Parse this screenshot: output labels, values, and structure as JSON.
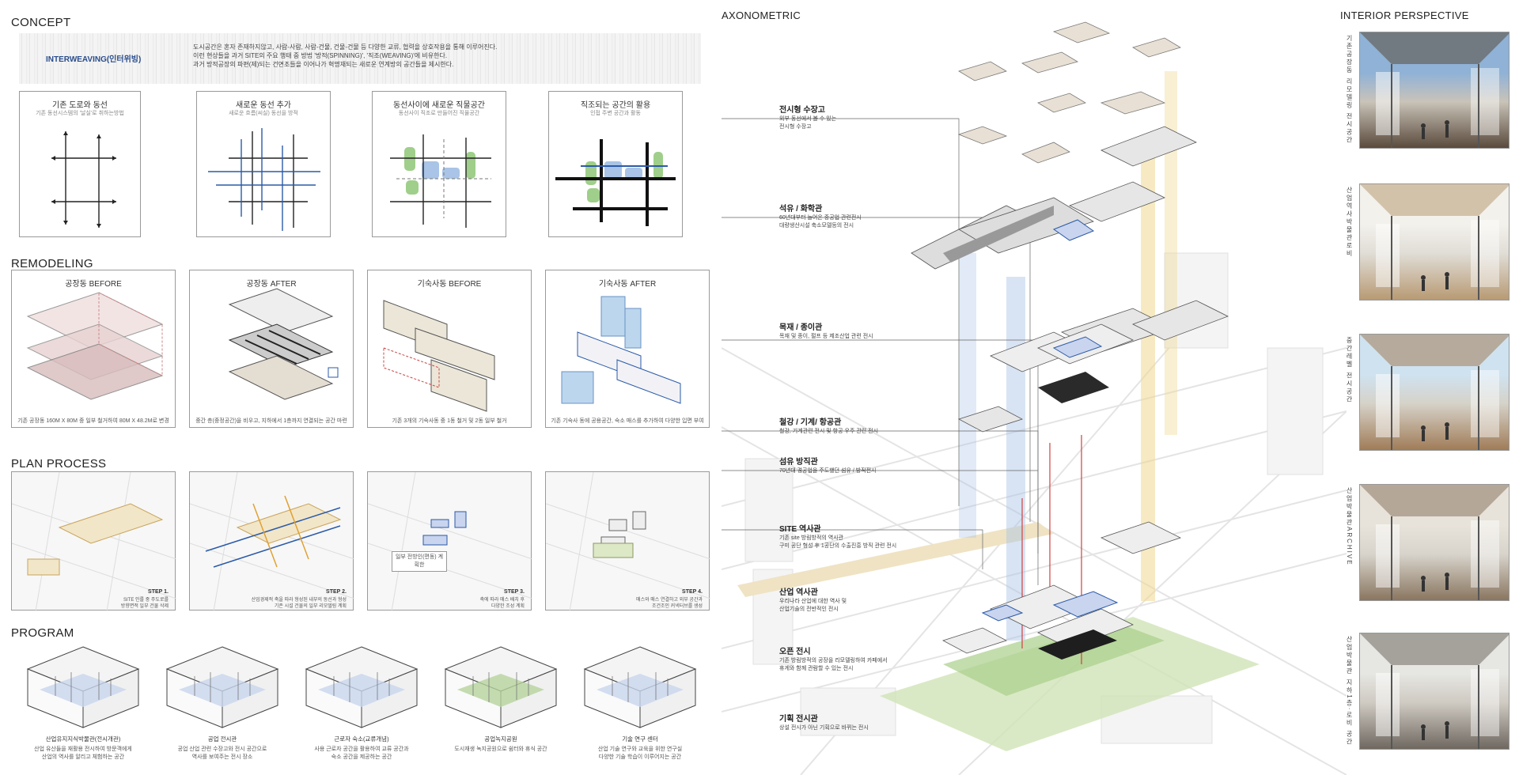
{
  "concept": {
    "title": "CONCEPT",
    "banner_tag": "INTERWEAVING(인터위빙)",
    "banner_desc": "도시공간은 혼자 존재하지않고, 사람-사람, 사람-건물, 건물-건물 등 다양한 교류, 협력을 상호작용을 통해 이루어진다.\n이런 현상들을 과거 SITE의 주요 행태 중 방법 '방적(SPINNING)', '직조(WEAVING)'에 비유한다.\n과거 방적공장의 파편(제)되는 건면조들을 이어나가 혁명재되는 새로운 연계방의 공간들을 제시한다.",
    "boxes": [
      {
        "title": "기존 도로와 동선",
        "sub": "기존 동선시스템의 '날실'로 취하는방법"
      },
      {
        "title": "새로운 동선 추가",
        "sub": "새로운 흐름(씨실) 동선을 방적"
      },
      {
        "title": "동선사이에 새로운 직물공간",
        "sub": "동선사이 직조로 만들어진 직물공간"
      },
      {
        "title": "직조되는 공간의 활용",
        "sub": "인접 주변 공간과 활동"
      }
    ]
  },
  "remodeling": {
    "title": "REMODELING",
    "boxes": [
      {
        "title": "공장동 BEFORE",
        "cap": "기존 공장동 160M X 80M 중 일부 철거하여 80M X 48.2M로 변경"
      },
      {
        "title": "공장동 AFTER",
        "cap": "중간 층(중정공간)을 비우고, 지하에서 1층까지 연결되는 공간 마련"
      },
      {
        "title": "기숙사동 BEFORE",
        "cap": "기존 3개의 기숙사동 중 1동 철거 및 2동 일부 철거"
      },
      {
        "title": "기숙사동 AFTER",
        "cap": "기존 기숙사 동에 공용공간, 숙소 매스를 추가하여 다양한 입면 부여"
      }
    ]
  },
  "plan": {
    "title": "PLAN PROCESS",
    "boxes": [
      {
        "step": "STEP 1.",
        "desc": "SITE 인를 중 주도로를\n방향면적 일부 건물 삭제"
      },
      {
        "step": "STEP 2.",
        "desc": "산업경제적 축을 따라 형성된 내부의 동선과 형성\n기존 시설 건물의 일부 리모델링 계획"
      },
      {
        "step": "STEP 3.",
        "desc": "축에 따라 매스 배치 후\n다양한 조성 계획"
      },
      {
        "step": "STEP 4.",
        "desc": "매스와 매스 연결하고 외부 공간과\n조건조인 커넥터브를 생성"
      }
    ],
    "note": "일부 전방인(편동) 계획한"
  },
  "program": {
    "title": "PROGRAM",
    "items": [
      {
        "title": "산업유지지식박물관(전시개관)",
        "cap": "산업 유산들을 재활용 전시하여 방문객에게\n산업의 역사를 알리고 체험하는 공간"
      },
      {
        "title": "공업 전시관",
        "cap": "공업 산업 관련 수장고와 전시 공간으로\n역사를 보여주는 전시 장소"
      },
      {
        "title": "근로자 숙소(교류개념)",
        "cap": "사용 근로자 공간을 활용하여 교류 공간과\n숙소 공간을 제공하는 공간"
      },
      {
        "title": "공업녹지공원",
        "cap": "도시재생 녹지공원으로 쉼터와 휴식 공간"
      },
      {
        "title": "기술 연구 센터",
        "cap": "산업 기술 연구와 교육을 위한 연구실\n다양한 기술 학습이 이루어지는 공간"
      }
    ]
  },
  "axonometric": {
    "title": "AXONOMETRIC",
    "labels": [
      {
        "name": "전시형 수장고",
        "desc": "외부 동선에서 볼 수 있는\n전시형 수장고"
      },
      {
        "name": "석유 / 화학관",
        "desc": "60년대부터 늘어온 중공업 관련전시\n대량생산시설 축소모델등의 전시"
      },
      {
        "name": "목재 / 종이관",
        "desc": "목재 및 종이, 펄프 등 제조산업 관련 전시"
      },
      {
        "name": "철강 / 기계/ 항공관",
        "desc": "철강, 기계관련 전시 및 항공 우주 관련 전시"
      },
      {
        "name": "섬유 방직관",
        "desc": "70년대 경공업을 주도했던 섬유 / 방직전시"
      },
      {
        "name": "SITE 역사관",
        "desc": "기존 site 방림방적의 역사관\n구미 공단 형성 후 1공단의 수출진흥 방직 관련 전시"
      },
      {
        "name": "산업 역사관",
        "desc": "우리나라 산업에 대한 역사 및\n산업기술의 전반적인 전시"
      },
      {
        "name": "오픈 전시",
        "desc": "기존 방림방적의 공장을 리모델링하여 카페에서\n휴게와 함께 관람할 수 있는 전시"
      },
      {
        "name": "기획 전시관",
        "desc": "상설 전시가 아닌 기획으로 바뀌는 전시"
      }
    ]
  },
  "interior": {
    "title": "INTERIOR PERSPECTIVE",
    "items": [
      {
        "label": "기존공장동 리모델링 전시공간"
      },
      {
        "label": "산업역사박물관로비"
      },
      {
        "label": "중간레벨 전시공간"
      },
      {
        "label": "산업박물관ARCHIVE"
      },
      {
        "label": "산업박물관 지하1층·로비 공간"
      }
    ]
  },
  "colors": {
    "blue": "#2b5aa8",
    "green": "#9fcf8a",
    "lightblue": "#a9c4e6",
    "red": "#d04040",
    "yellow": "#f0d890"
  }
}
